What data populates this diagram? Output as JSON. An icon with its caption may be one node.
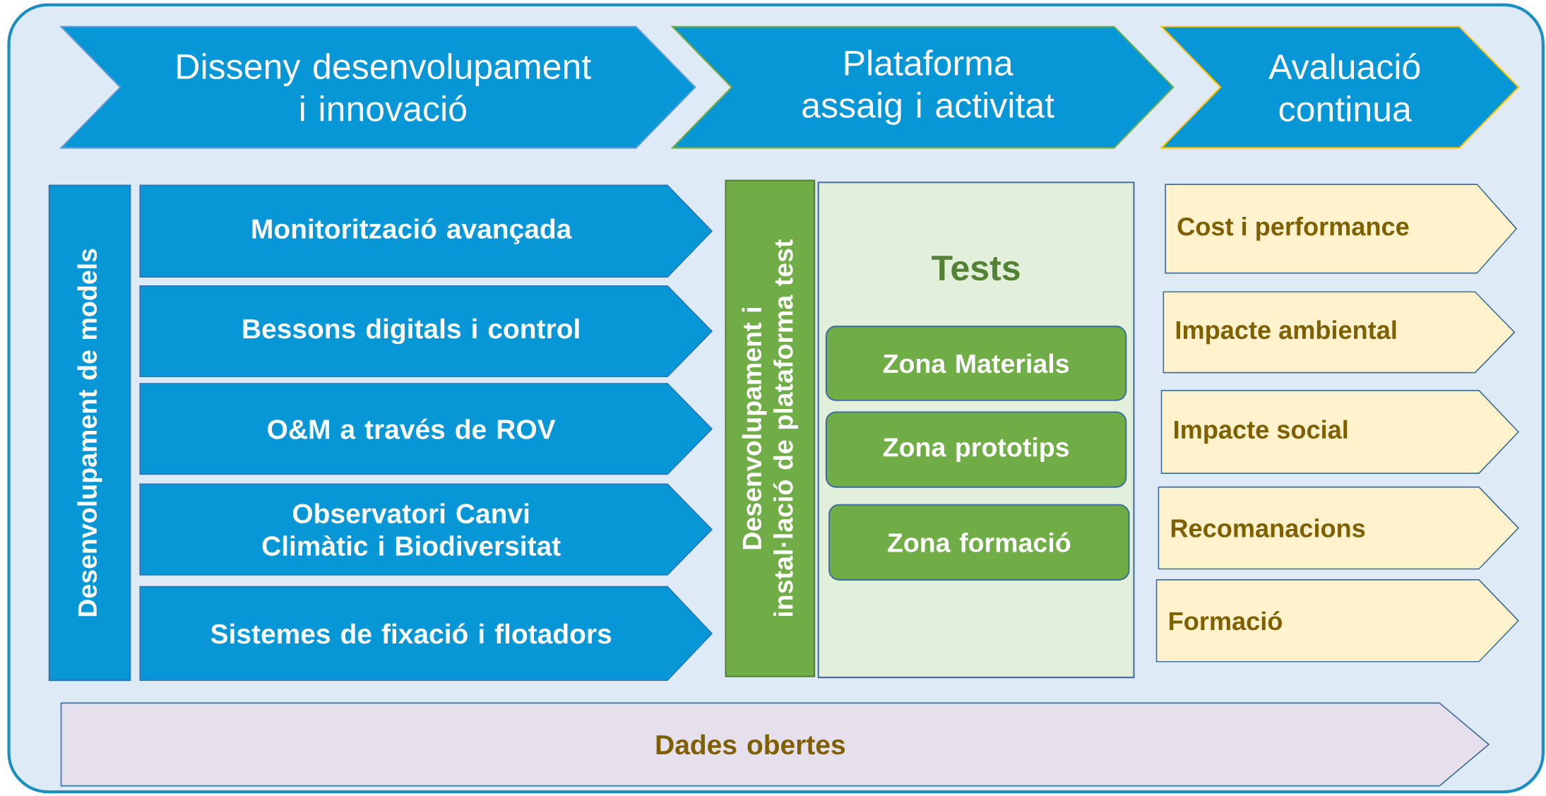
{
  "diagram": {
    "nodes": [
      {
        "text": [],
        "shape": "box"
      },
      {
        "text": [
          "Disseny desenvolupament i innovació"
        ],
        "in": 0
      },
      {
        "text": [
          "Plataforma assaig i activitat"
        ],
        "in": 0
      },
      {
        "text": [
          "Avaluació continua"
        ],
        "in": 0
      },
      {
        "text": [
          "Desenvolupament de models"
        ],
        "in": 0
      },
      {
        "text": [
          "Monitorització avançada"
        ],
        "in": 0
      },
      {
        "text": [
          "Bessons digitals i control"
        ],
        "in": 0
      },
      {
        "text": [
          "O&M a través de ROV"
        ],
        "in": 0
      },
      {
        "text": [
          "Observatori Canvi Climàtic i Biodiversitat"
        ],
        "in": 0
      },
      {
        "text": [
          "Sistemes de fixació i flotadors"
        ],
        "in": 0
      },
      {
        "text": [
          "Desenvolupament i instal·lació de plataforma test"
        ],
        "in": 0
      },
      {
        "text": [
          "Tests"
        ],
        "in": 0
      },
      {
        "text": [
          "Zona Materials"
        ],
        "in": 11
      },
      {
        "text": [
          "Zona prototips"
        ],
        "in": 11
      },
      {
        "text": [
          "Zona formació"
        ],
        "in": 11
      },
      {
        "text": [
          "Cost i performance"
        ],
        "in": 0
      },
      {
        "text": [
          "Impacte ambiental"
        ],
        "in": 0
      },
      {
        "text": [
          "Impacte social"
        ],
        "in": 0
      },
      {
        "text": [
          "Recomanacions"
        ],
        "in": 0
      },
      {
        "text": [
          "Formació"
        ],
        "in": 0
      },
      {
        "text": [
          "Dades obertes"
        ],
        "in": 0
      }
    ]
  }
}
